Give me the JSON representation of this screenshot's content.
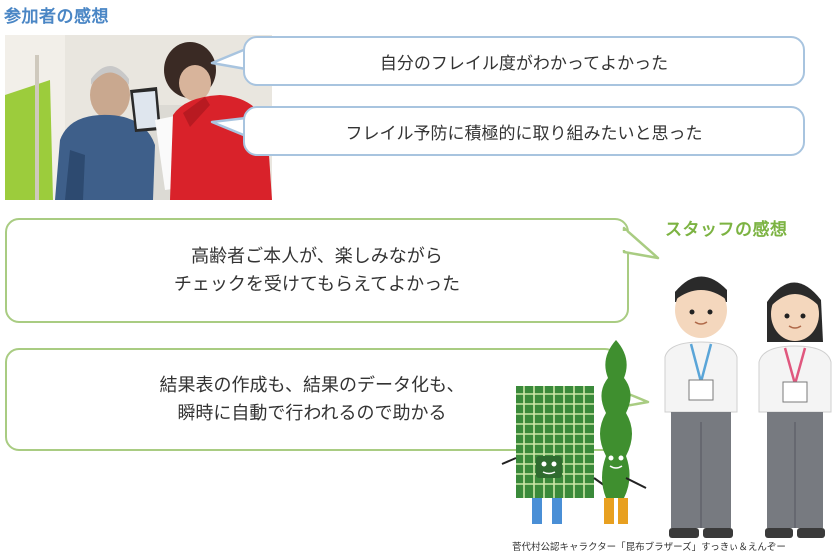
{
  "participants_heading": "参加者の感想",
  "staff_heading": "スタッフの感想",
  "participant_comments": [
    "自分のフレイル度がわかってよかった",
    "フレイル予防に積極的に取り組みたいと思った"
  ],
  "staff_comments": [
    {
      "lines": [
        "高齢者ご本人が、楽しみながら",
        "チェックを受けてもらえてよかった"
      ]
    },
    {
      "lines": [
        "結果表の作成も、結果のデータ化も、",
        "瞬時に自動で行われるので助かる"
      ]
    }
  ],
  "character_credit": "菅代村公認キャラクター「昆布ブラザーズ」すっきぃ＆えんぞー",
  "colors": {
    "participant_accent": "#4a86c5",
    "staff_accent": "#7cb342"
  }
}
